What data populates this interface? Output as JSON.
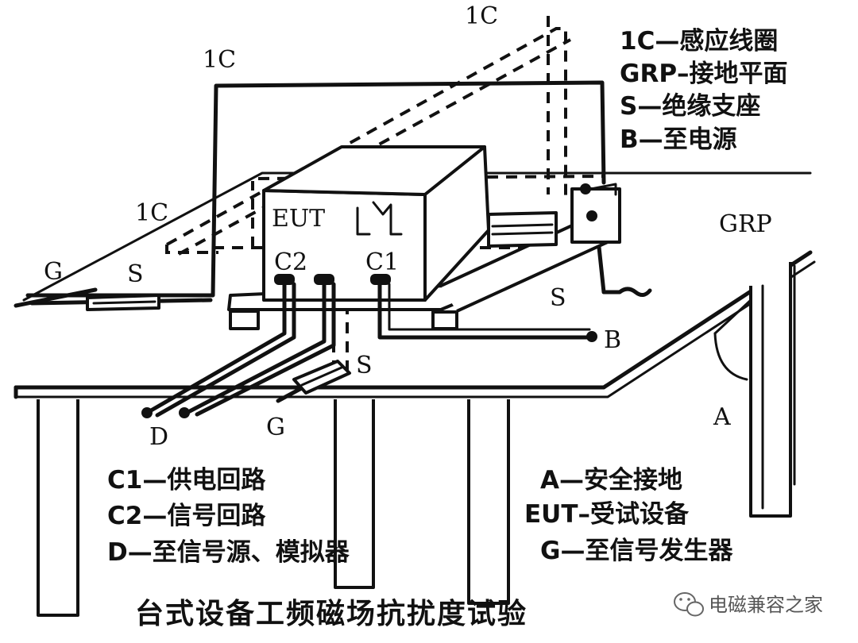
{
  "labels": {
    "ic_top": "1C",
    "ic_mid": "1C",
    "ic_left": "1C",
    "grp": "GRP",
    "eut": "EUT",
    "c2": "C2",
    "c1": "C1",
    "g_left": "G",
    "s_left": "S",
    "s_right": "S",
    "s_front": "S",
    "b": "B",
    "d": "D",
    "g_bottom": "G",
    "a": "A"
  },
  "legend_top": [
    "1C—感应线圈",
    "GRP–接地平面",
    "S—绝缘支座",
    "B—至电源"
  ],
  "legend_bottom_left": [
    "C1—供电回路",
    "C2—信号回路",
    "D—至信号源、模拟器"
  ],
  "legend_bottom_right": [
    "A—安全接地",
    "EUT–受试设备",
    "G—至信号发生器"
  ],
  "caption": "台式设备工频磁场抗扰度试验",
  "watermark": {
    "text": "电磁兼容之家",
    "icon": "wechat-icon"
  }
}
